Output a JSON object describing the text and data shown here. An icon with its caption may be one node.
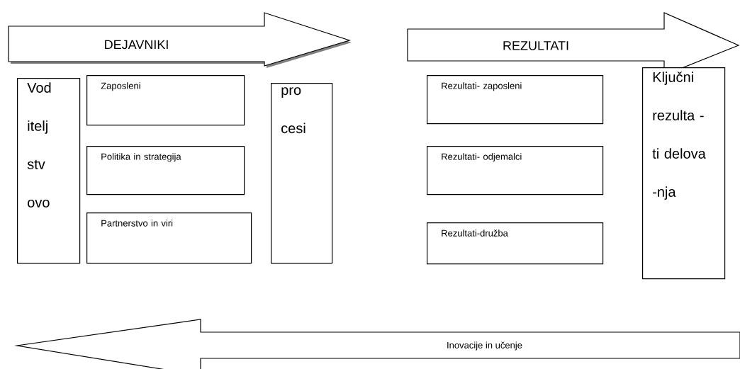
{
  "diagram": {
    "nodes": [
      {
        "text": [
          "DEJAVNIKI"
        ]
      },
      {
        "text": [
          "REZULTATI"
        ]
      },
      {
        "text": [
          "Vod itelj stv ovo"
        ]
      },
      {
        "text": [
          "Zaposleni"
        ]
      },
      {
        "text": [
          "Politika in  strategija"
        ]
      },
      {
        "text": [
          "Partnerstvo in viri"
        ]
      },
      {
        "text": [
          "pro cesi"
        ]
      },
      {
        "text": [
          "Rezultati- zaposleni"
        ]
      },
      {
        "text": [
          "Rezultati- odjemalci"
        ]
      },
      {
        "text": [
          "Rezultati-družba"
        ]
      },
      {
        "text": [
          "Ključni rezulta -ti delova -nja"
        ]
      },
      {
        "text": [
          "Inovacije in učenje"
        ]
      }
    ]
  }
}
